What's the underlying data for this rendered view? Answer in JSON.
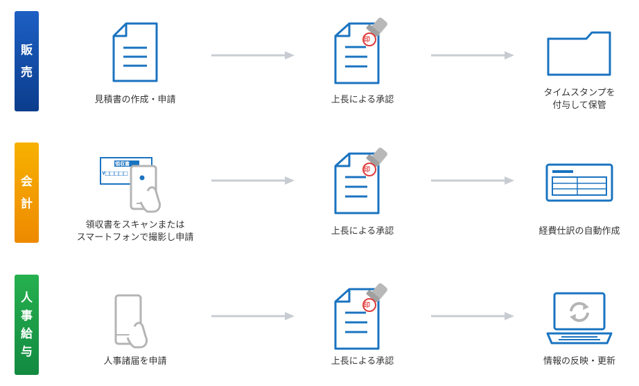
{
  "rows": [
    {
      "category": [
        "販",
        "売"
      ],
      "category_color": "#0d4aa6",
      "steps": [
        {
          "icon": "document-icon",
          "label": [
            "見積書の作成・申請"
          ]
        },
        {
          "icon": "approved-document-icon",
          "stamp": "印",
          "label": [
            "上長による承認"
          ]
        },
        {
          "icon": "folder-icon",
          "label": [
            "タイムスタンプを",
            "付与して保管"
          ]
        }
      ]
    },
    {
      "category": [
        "会",
        "計"
      ],
      "category_color": "#f29a00",
      "steps": [
        {
          "icon": "receipt-scan-icon",
          "receipt_title": "領収書",
          "receipt_amount": "¥□□□□□",
          "label": [
            "領収書をスキャンまたは",
            "スマートフォンで撮影し申請"
          ]
        },
        {
          "icon": "approved-document-icon",
          "stamp": "印",
          "label": [
            "上長による承認"
          ]
        },
        {
          "icon": "ledger-icon",
          "label": [
            "経費仕訳の自動作成"
          ]
        }
      ]
    },
    {
      "category": [
        "人",
        "事",
        "給",
        "与"
      ],
      "category_color": "#1a9a4a",
      "steps": [
        {
          "icon": "smartphone-tap-icon",
          "label": [
            "人事諸届を申請"
          ]
        },
        {
          "icon": "approved-document-icon",
          "stamp": "印",
          "label": [
            "上長による承認"
          ]
        },
        {
          "icon": "laptop-refresh-icon",
          "label": [
            "情報の反映・更新"
          ]
        }
      ]
    }
  ],
  "colors": {
    "icon_blue": "#1a73c0",
    "icon_gray": "#b4b4b4",
    "arrow_gray": "#c8ccd2",
    "stamp_red": "#e03a3a"
  }
}
